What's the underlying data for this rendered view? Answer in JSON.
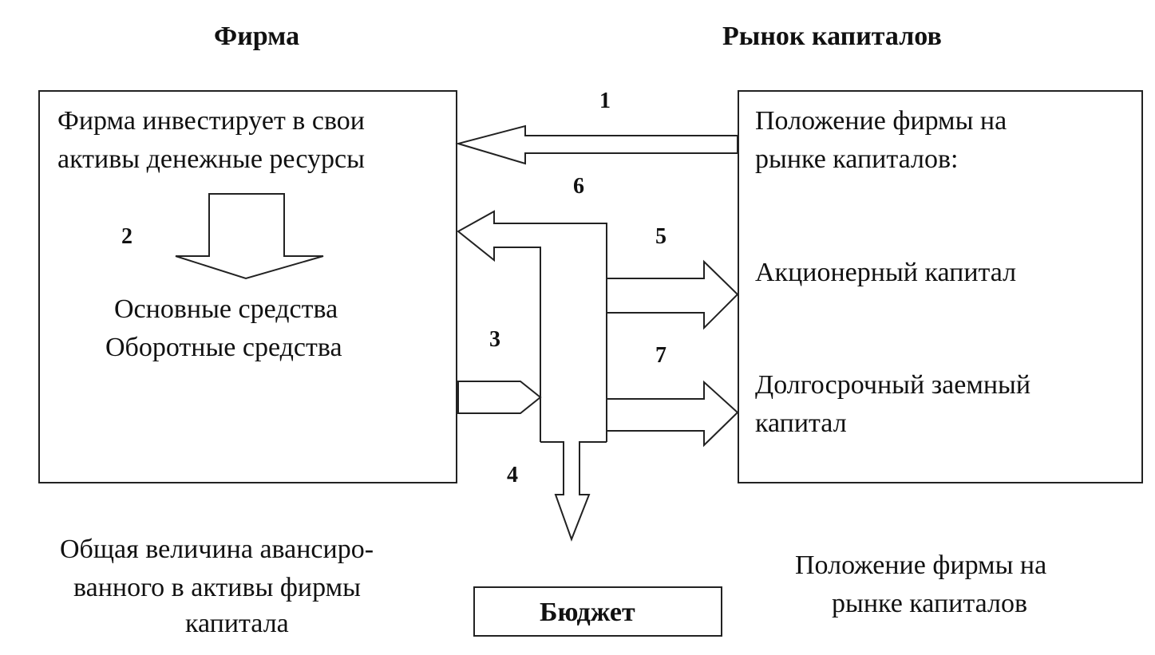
{
  "headings": {
    "firm": "Фирма",
    "capital_market": "Рынок капиталов"
  },
  "firm_box": {
    "line1": "Фирма инвестирует в свои",
    "line2": "активы денежные ресурсы",
    "assets_line1": "Основные средства",
    "assets_line2": "Оборотные средства"
  },
  "market_box": {
    "line1": "Положение фирмы на",
    "line2": "рынке капиталов:",
    "equity": "Акционерный капитал",
    "debt_line1": "Долгосрочный заемный",
    "debt_line2": "капитал"
  },
  "flow_numbers": {
    "n1": "1",
    "n2": "2",
    "n3": "3",
    "n4": "4",
    "n5": "5",
    "n6": "6",
    "n7": "7"
  },
  "budget_label": "Бюджет",
  "bottom_left": {
    "line1": "Общая величина авансиро-",
    "line2": "ванного в активы фирмы",
    "line3": "капитала"
  },
  "bottom_right": {
    "line1": "Положение фирмы на",
    "line2": "рынке капиталов"
  }
}
